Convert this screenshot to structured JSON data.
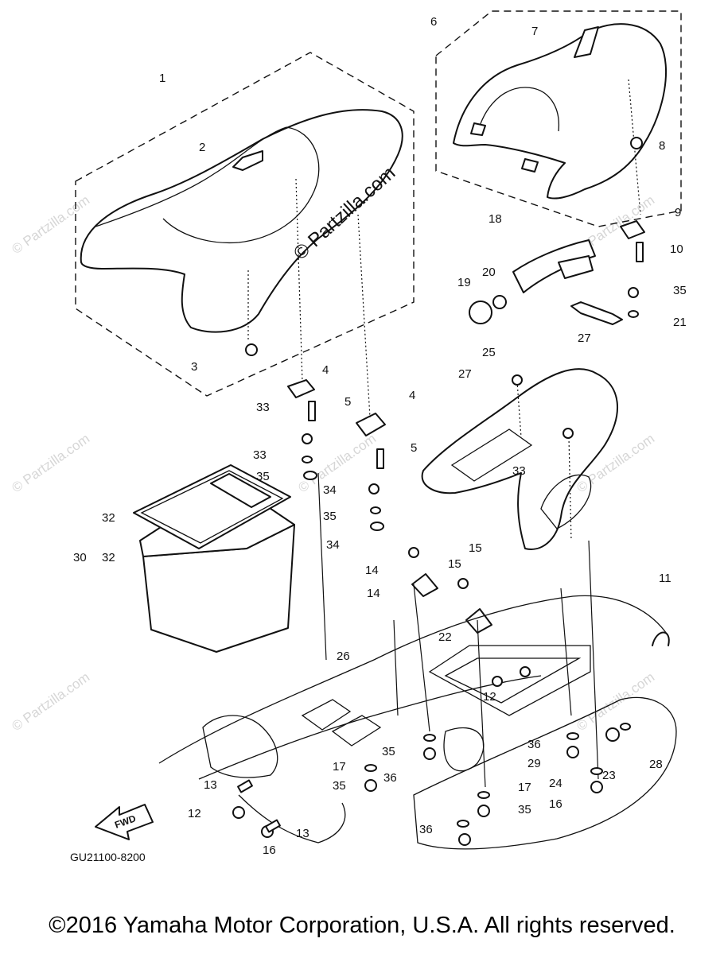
{
  "watermark": "© Partzilla.com",
  "stamp": "© Partzilla.com",
  "fwd_label": "FWD",
  "diagram_code": "GU21100-8200",
  "copyright": "©2016  Yamaha Motor Corporation, U.S.A. All rights reserved.",
  "callouts": [
    "1",
    "2",
    "3",
    "4",
    "5",
    "4",
    "5",
    "6",
    "7",
    "8",
    "9",
    "10",
    "33",
    "35",
    "18",
    "19",
    "20",
    "21",
    "27",
    "25",
    "27",
    "33",
    "35",
    "34",
    "33",
    "35",
    "34",
    "32",
    "30",
    "32",
    "15",
    "14",
    "15",
    "14",
    "22",
    "11",
    "26",
    "12",
    "13",
    "12",
    "13",
    "16",
    "35",
    "17",
    "36",
    "35",
    "36",
    "29",
    "24",
    "23",
    "28",
    "16",
    "17",
    "35",
    "36"
  ]
}
